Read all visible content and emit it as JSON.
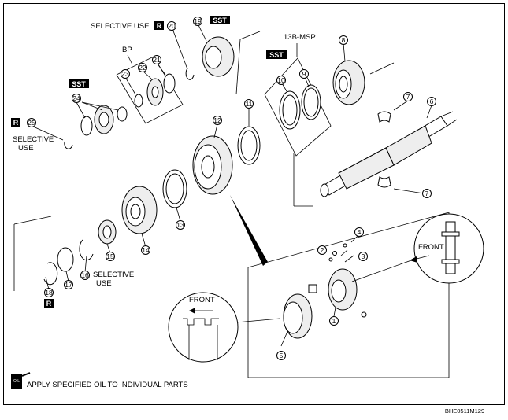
{
  "labels": {
    "selective_use_top": "SELECTIVE USE",
    "bp": "BP",
    "msp": "13B-MSP",
    "selective_25_line1": "SELECTIVE",
    "selective_25_line2": "USE",
    "selective_16_line1": "SELECTIVE",
    "selective_16_line2": "USE",
    "front_right": "FRONT",
    "front_left": "FRONT",
    "oil_note": "APPLY SPECIFIED OIL TO INDIVIDUAL PARTS",
    "figure_code": "BHE0511M129",
    "oil_can_text": "OIL"
  },
  "badges": {
    "sst_19": "SST",
    "sst_24": "SST",
    "sst_msp": "SST",
    "r_20": "R",
    "r_25": "R",
    "r_18": "R"
  },
  "parts": {
    "p1": "1",
    "p2": "2",
    "p3": "3",
    "p4": "4",
    "p5": "5",
    "p6": "6",
    "p7a": "7",
    "p7b": "7",
    "p8": "8",
    "p9": "9",
    "p10": "10",
    "p11": "11",
    "p12": "12",
    "p13": "13",
    "p14": "14",
    "p15": "15",
    "p16": "16",
    "p17": "17",
    "p18": "18",
    "p19": "19",
    "p20": "20",
    "p21": "21",
    "p22": "22",
    "p23": "23",
    "p24": "24",
    "p25": "25"
  }
}
